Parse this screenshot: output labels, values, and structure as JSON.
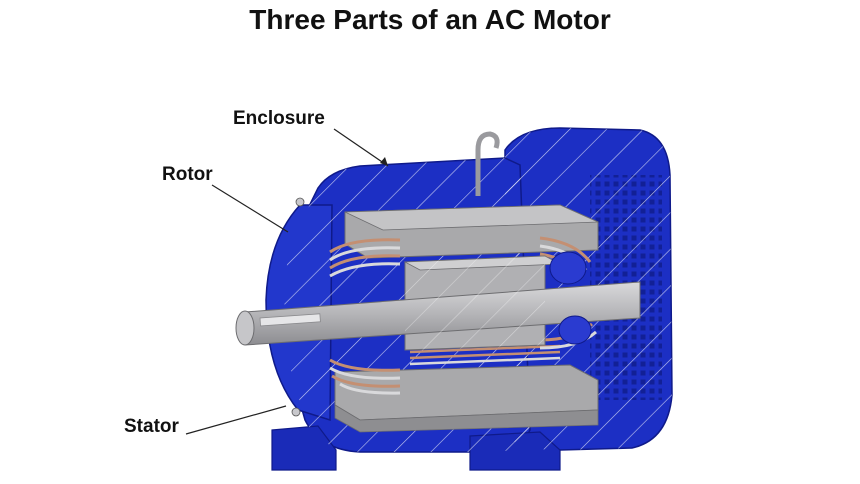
{
  "title": "Three Parts of an AC Motor",
  "labels": {
    "enclosure": "Enclosure",
    "rotor": "Rotor",
    "stator": "Stator"
  },
  "colors": {
    "enclosure_blue": "#1c2fc4",
    "enclosure_dark": "#0f1a8a",
    "stator_gray": "#a9a9ab",
    "shaft_gray": "#bdbdbf",
    "winding_copper": "#c48f72"
  }
}
